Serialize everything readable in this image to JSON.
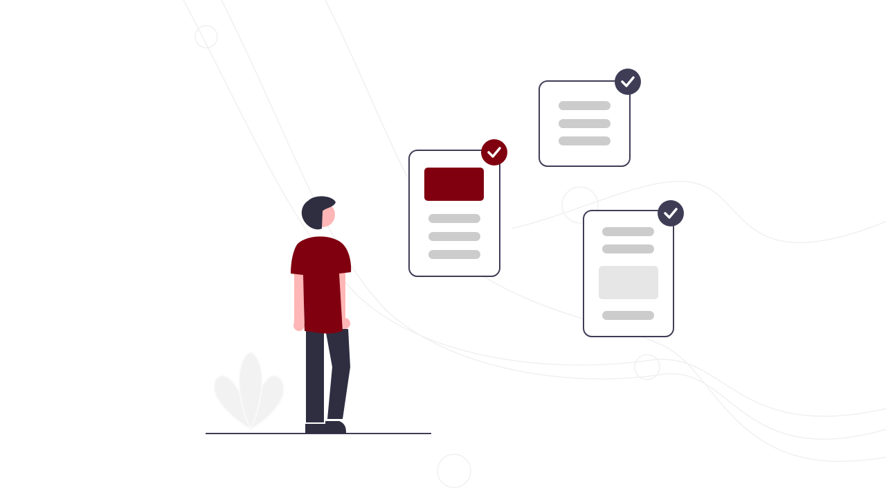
{
  "colors": {
    "accent": "#800010",
    "dark": "#3f3d56",
    "hair": "#2f2e41",
    "skin": "#ffb6b6",
    "placeholder": "#cccccc",
    "placeholder_light": "#e6e6e6",
    "plant": "#f2f2f2",
    "background_lines": "#f0f0f0"
  },
  "icons": [
    "check-circle-icon",
    "document-card",
    "person-figure",
    "plant-leaf"
  ]
}
